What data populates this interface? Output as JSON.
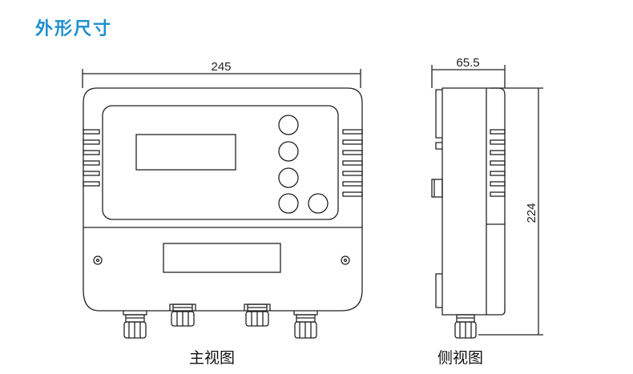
{
  "title": "外形尺寸",
  "dimensions": {
    "front_width": "245",
    "side_depth": "65.5",
    "height": "224"
  },
  "captions": {
    "front_view": "主视图",
    "side_view": "侧视图"
  },
  "colors": {
    "title": "#1f8fd0",
    "line": "#222222"
  }
}
